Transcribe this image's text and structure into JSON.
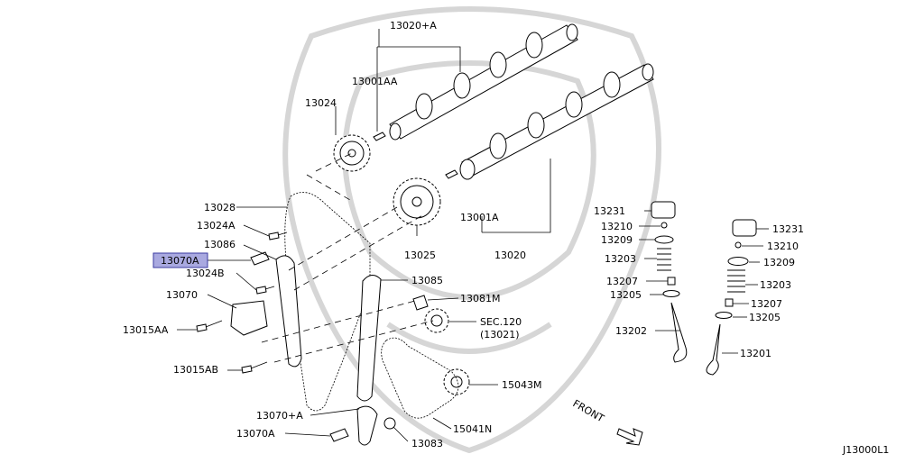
{
  "diagram_code": "J13000L1",
  "highlighted_part": "13070A",
  "front_label": "FRONT",
  "labels": {
    "l_13020a": "13020+A",
    "l_13001aa": "13001AA",
    "l_13024": "13024",
    "l_13028": "13028",
    "l_13024a": "13024A",
    "l_13086": "13086",
    "l_13070a_hl": "13070A",
    "l_13024b": "13024B",
    "l_13070": "13070",
    "l_13015aa": "13015AA",
    "l_13015ab": "13015AB",
    "l_13070pa": "13070+A",
    "l_13070a_low": "13070A",
    "l_13083": "13083",
    "l_15041n": "15041N",
    "l_15043m": "15043M",
    "l_sec120": "SEC.120",
    "l_13021": "(13021)",
    "l_13081m": "13081M",
    "l_13085": "13085",
    "l_13025": "13025",
    "l_13001a": "13001A",
    "l_13020": "13020",
    "l_13231_l": "13231",
    "l_13210_l": "13210",
    "l_13209_l": "13209",
    "l_13203_l": "13203",
    "l_13207_l": "13207",
    "l_13205_l": "13205",
    "l_13202": "13202",
    "l_13231_r": "13231",
    "l_13210_r": "13210",
    "l_13209_r": "13209",
    "l_13203_r": "13203",
    "l_13207_r": "13207",
    "l_13205_r": "13205",
    "l_13201": "13201"
  }
}
